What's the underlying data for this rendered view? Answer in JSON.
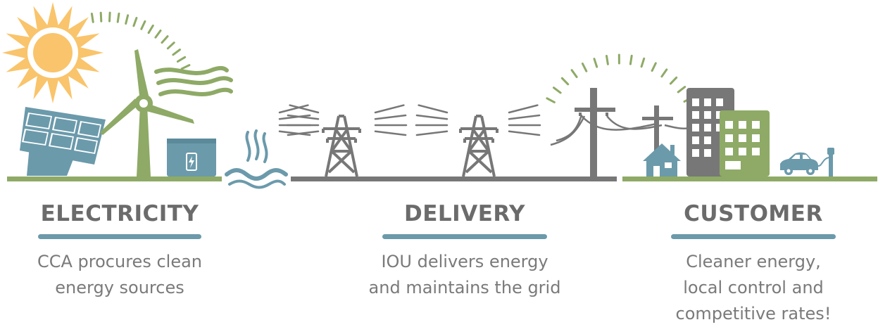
{
  "colors": {
    "sun": "#f9c46b",
    "green": "#8eaa66",
    "blue": "#6b9aab",
    "gray": "#777777",
    "text_heading": "#6b6b6b",
    "text_body": "#7a7a7a"
  },
  "icons": [
    "sun-icon",
    "solar-panel-icon",
    "wind-turbine-icon",
    "wind-icon",
    "battery-icon",
    "water-heat-icon",
    "transmission-tower-icon",
    "utility-pole-icon",
    "house-icon",
    "building-icon",
    "electric-car-icon",
    "charger-icon"
  ],
  "sections": [
    {
      "title": "ELECTRICITY",
      "description": [
        "CCA procures clean",
        "energy sources"
      ]
    },
    {
      "title": "DELIVERY",
      "description": [
        "IOU delivers energy",
        "and maintains the grid"
      ]
    },
    {
      "title": "CUSTOMER",
      "description": [
        "Cleaner energy,",
        "local control and",
        "competitive rates!"
      ]
    }
  ]
}
